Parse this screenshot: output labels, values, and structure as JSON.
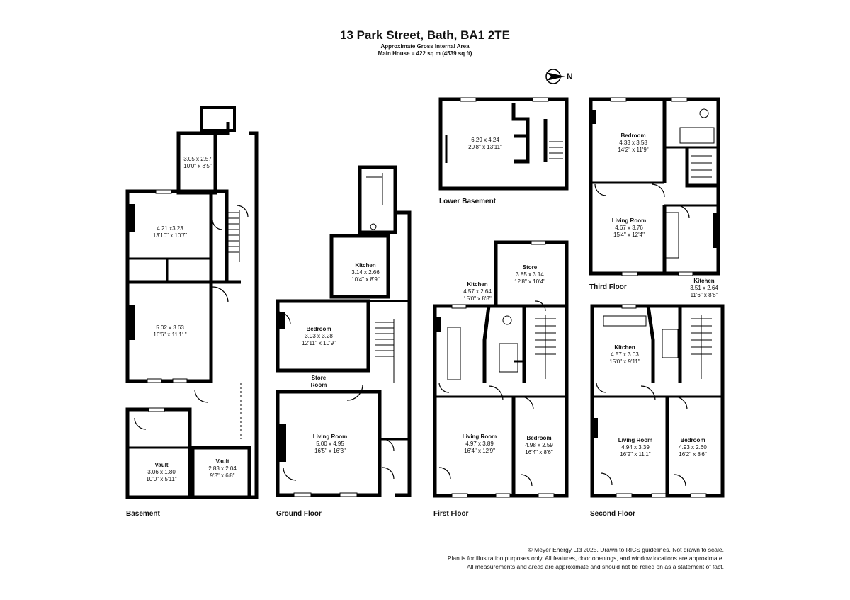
{
  "header": {
    "title": "13 Park Street, Bath, BA1 2TE",
    "subtitle": "Approximate Gross Internal Area",
    "area": "Main House = 422 sq m (4539 sq ft)",
    "north": "N"
  },
  "floors": {
    "basement": "Basement",
    "ground": "Ground Floor",
    "first": "First Floor",
    "second": "Second Floor",
    "lower_basement": "Lower Basement",
    "third": "Third Floor"
  },
  "rooms": {
    "b_small": {
      "dim_m": "3.05 x 2.57",
      "dim_ft": "10'0\" x 8'5\""
    },
    "b_mid": {
      "dim_m": "4.21 x3.23",
      "dim_ft": "13'10\" x 10'7\""
    },
    "b_large": {
      "dim_m": "5.02 x 3.63",
      "dim_ft": "16'6\" x 11'11\""
    },
    "b_vault1": {
      "name": "Vault",
      "dim_m": "3.06 x 1.80",
      "dim_ft": "10'0\" x 5'11\""
    },
    "b_vault2": {
      "name": "Vault",
      "dim_m": "2.83 x 2.04",
      "dim_ft": "9'3\" x 6'8\""
    },
    "g_kitchen": {
      "name": "Kitchen",
      "dim_m": "3.14 x 2.66",
      "dim_ft": "10'4\" x 8'9\""
    },
    "g_bedroom": {
      "name": "Bedroom",
      "dim_m": "3.93 x 3.28",
      "dim_ft": "12'11\" x 10'9\""
    },
    "g_store": {
      "name1": "Store",
      "name2": "Room"
    },
    "g_living": {
      "name": "Living Room",
      "dim_m": "5.00 x 4.95",
      "dim_ft": "16'5\" x 16'3\""
    },
    "lb_room": {
      "dim_m": "6.29 x 4.24",
      "dim_ft": "20'8\" x 13'11\""
    },
    "f_store": {
      "name": "Store",
      "dim_m": "3.85 x 3.14",
      "dim_ft": "12'8\" x 10'4\""
    },
    "f_kitchen": {
      "name": "Kitchen",
      "dim_m": "4.57 x 2.64",
      "dim_ft": "15'0\" x 8'8\""
    },
    "f_living": {
      "name": "Living Room",
      "dim_m": "4.97 x 3.89",
      "dim_ft": "16'4\" x 12'9\""
    },
    "f_bedroom": {
      "name": "Bedroom",
      "dim_m": "4.98 x 2.59",
      "dim_ft": "16'4\" x 8'6\""
    },
    "t_bedroom": {
      "name": "Bedroom",
      "dim_m": "4.33 x 3.58",
      "dim_ft": "14'2\" x 11'9\""
    },
    "t_living": {
      "name": "Living Room",
      "dim_m": "4.67 x 3.76",
      "dim_ft": "15'4\" x 12'4\""
    },
    "t_kitchen": {
      "name": "Kitchen",
      "dim_m": "3.51 x 2.64",
      "dim_ft": "11'6\" x 8'8\""
    },
    "s_kitchen": {
      "name": "Kitchen",
      "dim_m": "4.57 x 3.03",
      "dim_ft": "15'0\" x 9'11\""
    },
    "s_living": {
      "name": "Living Room",
      "dim_m": "4.94 x 3.39",
      "dim_ft": "16'2\" x 11'1\""
    },
    "s_bedroom": {
      "name": "Bedroom",
      "dim_m": "4.93 x 2.60",
      "dim_ft": "16'2\" x 8'6\""
    }
  },
  "footer": {
    "line1": "© Meyer Energy Ltd 2025. Drawn to RICS guidelines.  Not drawn to scale.",
    "line2": "Plan is for illustration purposes only. All features, door openings, and window locations are approximate.",
    "line3": "All measurements and areas are approximate and should not be relied on as a statement of fact."
  }
}
